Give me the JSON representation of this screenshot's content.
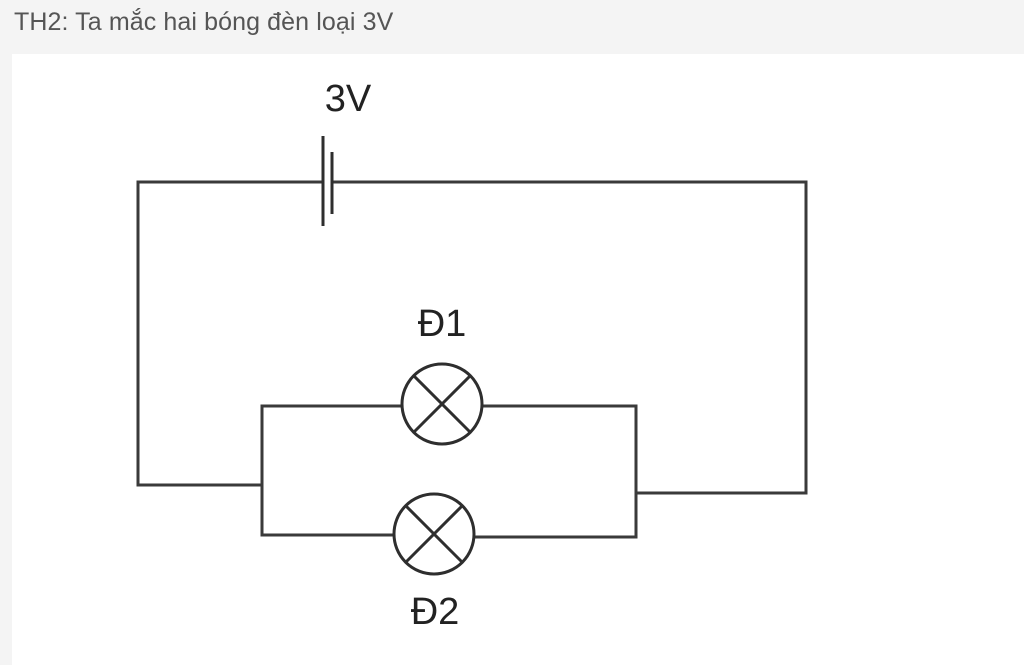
{
  "caption": "TH2: Ta mắc hai bóng đèn loại 3V",
  "diagram": {
    "battery_label": "3V",
    "lamp1_label": "Đ1",
    "lamp2_label": "Đ2"
  },
  "colors": {
    "page_background": "#f4f4f4",
    "card_background": "#ffffff",
    "caption_text": "#555555",
    "wire": "#3a3a3a"
  }
}
